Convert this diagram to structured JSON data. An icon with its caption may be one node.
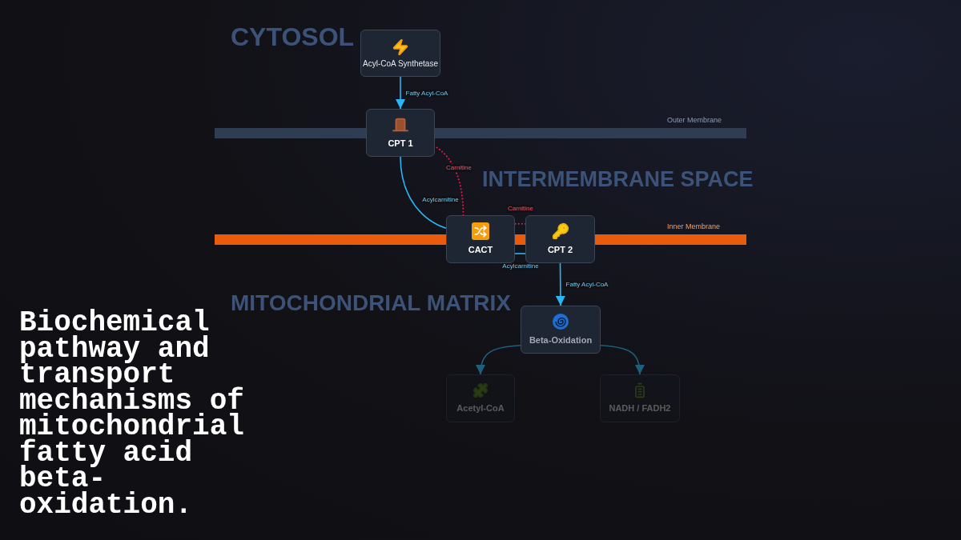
{
  "diagram": {
    "title": "Biochemical pathway and transport mechanisms of mitochondrial fatty acid beta-oxidation.",
    "nodes": [
      {
        "text": [
          "Acyl-CoA Synthetase"
        ]
      },
      {
        "text": [
          "CPT 1"
        ]
      },
      {
        "text": [
          "CACT"
        ]
      },
      {
        "text": [
          "CPT 2"
        ]
      },
      {
        "text": [
          "Beta-Oxidation"
        ]
      },
      {
        "text": [
          "Acetyl-CoA"
        ]
      },
      {
        "text": [
          "NADH / FADH2"
        ]
      }
    ],
    "edges": [
      {
        "from": 0,
        "to": 1,
        "arrow": "to",
        "label": "Fatty Acyl-CoA"
      },
      {
        "from": 1,
        "to": 2,
        "arrow": "none",
        "label": "Acylcarnitine"
      },
      {
        "from": 2,
        "to": 3,
        "arrow": "none",
        "label": "Acylcarnitine"
      },
      {
        "from": 3,
        "to": 2,
        "arrow": "none",
        "label": "Carnitine",
        "style": "dashed",
        "color": "#e11d48"
      },
      {
        "from": 2,
        "to": 1,
        "arrow": "none",
        "label": "Carnitine",
        "style": "dashed",
        "color": "#e11d48"
      },
      {
        "from": 3,
        "to": 4,
        "arrow": "to",
        "label": "Fatty Acyl-CoA"
      },
      {
        "from": 4,
        "to": 5,
        "arrow": "to",
        "color": "#1f5f7e"
      },
      {
        "from": 4,
        "to": 6,
        "arrow": "to",
        "color": "#1f5f7e"
      }
    ],
    "labels": [
      "CYTOSOL",
      "Outer Membrane",
      "INTERMEMBRANE SPACE",
      "Inner Membrane",
      "MITOCHONDRIAL MATRIX"
    ]
  }
}
